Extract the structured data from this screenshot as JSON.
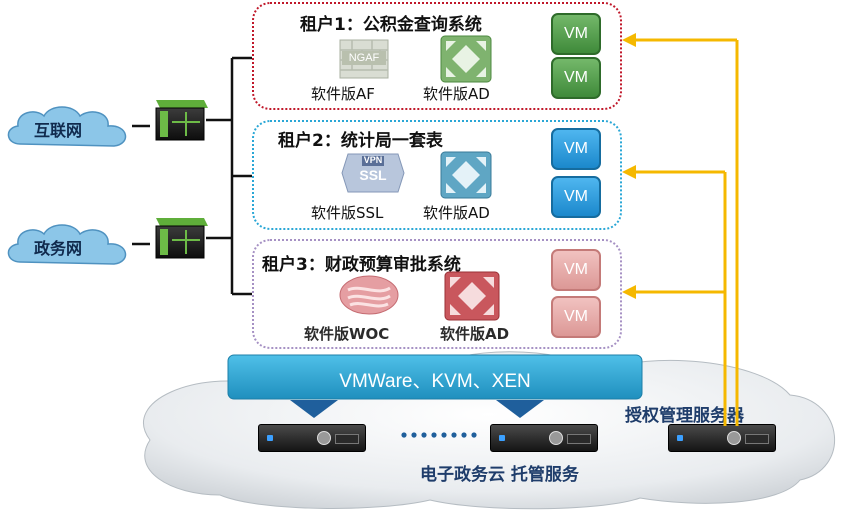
{
  "networks": {
    "internet": "互联网",
    "gov": "政务网"
  },
  "tenants": [
    {
      "title": "租户1：公积金查询系统",
      "device1_badge": "NGAF",
      "device1_label": "软件版AF",
      "device2_label": "软件版AD",
      "vms": [
        "VM",
        "VM"
      ]
    },
    {
      "title": "租户2：统计局一套表",
      "device1_badge_top": "VPN",
      "device1_badge": "SSL",
      "device1_label": "软件版SSL",
      "device2_label": "软件版AD",
      "vms": [
        "VM",
        "VM"
      ]
    },
    {
      "title": "租户3：财政预算审批系统",
      "device1_label": "软件版WOC",
      "device2_label": "软件版AD",
      "vms": [
        "VM",
        "VM"
      ]
    }
  ],
  "hypervisor": "VMWare、KVM、XEN",
  "license_server": "授权管理服务器",
  "cloud_label": "电子政务云 托管服务",
  "colors": {
    "tenant1_border": "#c0182a",
    "tenant2_border": "#2aa7d6",
    "tenant3_border": "#a691c4",
    "arrow": "#f5b800",
    "hypervisor_bar": "#2da1cf"
  }
}
